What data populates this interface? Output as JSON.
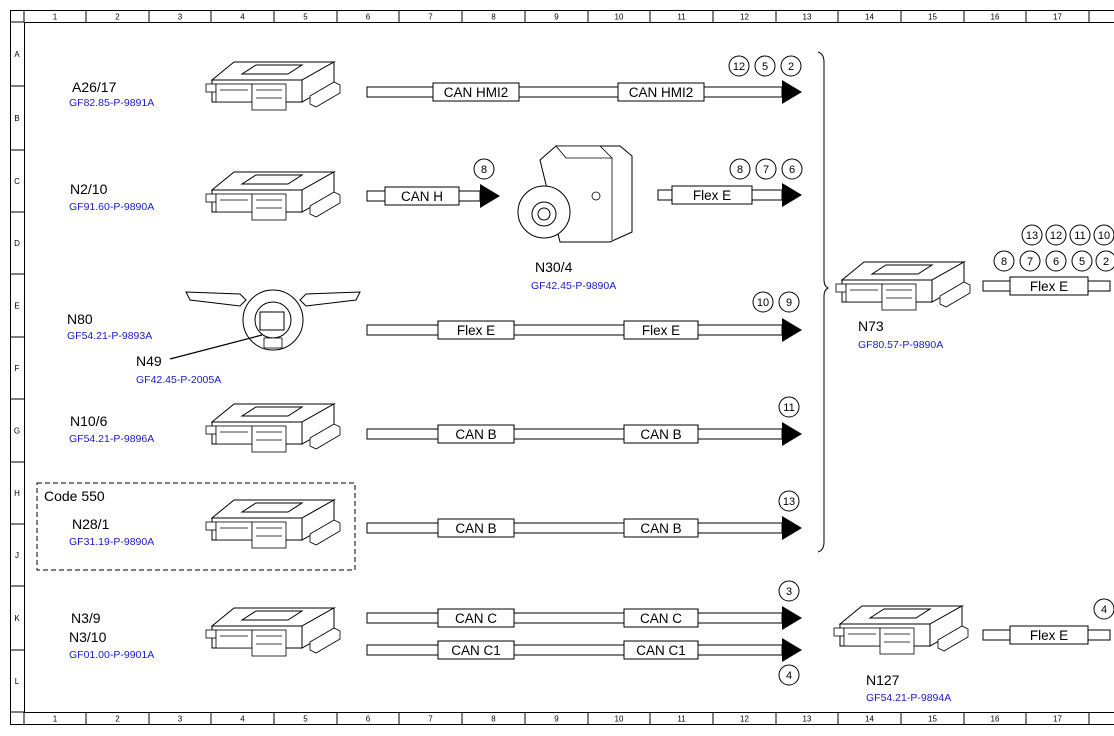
{
  "grid": {
    "columns": [
      "1",
      "2",
      "3",
      "4",
      "5",
      "6",
      "7",
      "8",
      "9",
      "10",
      "11",
      "12",
      "13",
      "14",
      "15",
      "16",
      "17"
    ],
    "rows": [
      "A",
      "B",
      "C",
      "D",
      "E",
      "F",
      "G",
      "H",
      "J",
      "K",
      "L"
    ]
  },
  "modules": {
    "a26_17": {
      "name": "A26/17",
      "ref": "GF82.85-P-9891A"
    },
    "n2_10": {
      "name": "N2/10",
      "ref": "GF91.60-P-9890A"
    },
    "n30_4": {
      "name": "N30/4",
      "ref": "GF42.45-P-9890A"
    },
    "n80": {
      "name": "N80",
      "ref": "GF54.21-P-9893A"
    },
    "n49": {
      "name": "N49",
      "ref": "GF42.45-P-2005A"
    },
    "n10_6": {
      "name": "N10/6",
      "ref": "GF54.21-P-9896A"
    },
    "code550": {
      "label": "Code 550"
    },
    "n28_1": {
      "name": "N28/1",
      "ref": "GF31.19-P-9890A"
    },
    "n3_9": {
      "name": "N3/9"
    },
    "n3_10": {
      "name": "N3/10",
      "ref": "GF01.00-P-9901A"
    },
    "n73": {
      "name": "N73",
      "ref": "GF80.57-P-9890A"
    },
    "n127": {
      "name": "N127",
      "ref": "GF54.21-P-9894A"
    }
  },
  "buses": {
    "hmi2": "CAN HMI2",
    "can_h": "CAN H",
    "flex_e": "Flex E",
    "can_b": "CAN B",
    "can_c": "CAN C",
    "can_c1": "CAN C1"
  },
  "circles": {
    "row_a": [
      "12",
      "5",
      "2"
    ],
    "row_c_left": [
      "8"
    ],
    "row_c_right": [
      "8",
      "7",
      "6"
    ],
    "row_e": [
      "10",
      "9"
    ],
    "row_g": [
      "11"
    ],
    "row_h": [
      "13"
    ],
    "row_k_top": [
      "3"
    ],
    "row_k_bottom": [
      "4"
    ],
    "n73_top": [
      "13",
      "12",
      "11",
      "10"
    ],
    "n73_bottom": [
      "8",
      "7",
      "6",
      "5",
      "2"
    ],
    "n127": [
      "4"
    ]
  }
}
